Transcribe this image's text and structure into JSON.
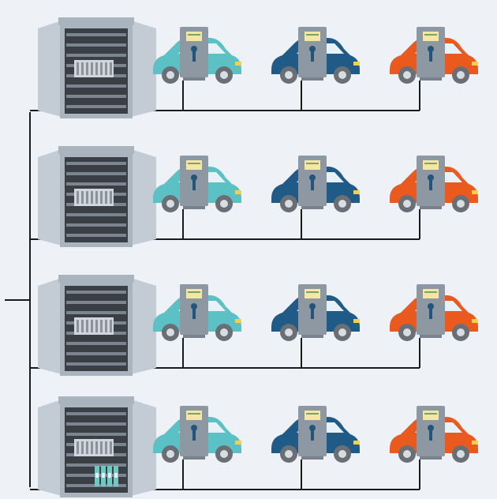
{
  "colors": {
    "background": "#eef2f7",
    "wire": "#1b1b1b",
    "cabinet_outer": "#aab4bf",
    "cabinet_door": "#c3ccd5",
    "cabinet_inner": "#3a3f45",
    "charger_body": "#8e98a3",
    "charger_screen": "#f4e7a6",
    "car_teal": "#5cc1c4",
    "car_blue": "#1f5b86",
    "car_orange": "#ea5a1f",
    "wheel": "#6a6f76"
  },
  "rows": [
    {
      "cabinet": "distribution-cabinet",
      "chargers": [
        {
          "car": "teal"
        },
        {
          "car": "blue"
        },
        {
          "car": "orange"
        }
      ]
    },
    {
      "cabinet": "distribution-cabinet",
      "chargers": [
        {
          "car": "teal"
        },
        {
          "car": "blue"
        },
        {
          "car": "orange"
        }
      ]
    },
    {
      "cabinet": "distribution-cabinet",
      "chargers": [
        {
          "car": "teal"
        },
        {
          "car": "blue"
        },
        {
          "car": "orange"
        }
      ]
    },
    {
      "cabinet": "distribution-cabinet-with-breakers",
      "chargers": [
        {
          "car": "teal"
        },
        {
          "car": "blue"
        },
        {
          "car": "orange"
        }
      ]
    }
  ]
}
